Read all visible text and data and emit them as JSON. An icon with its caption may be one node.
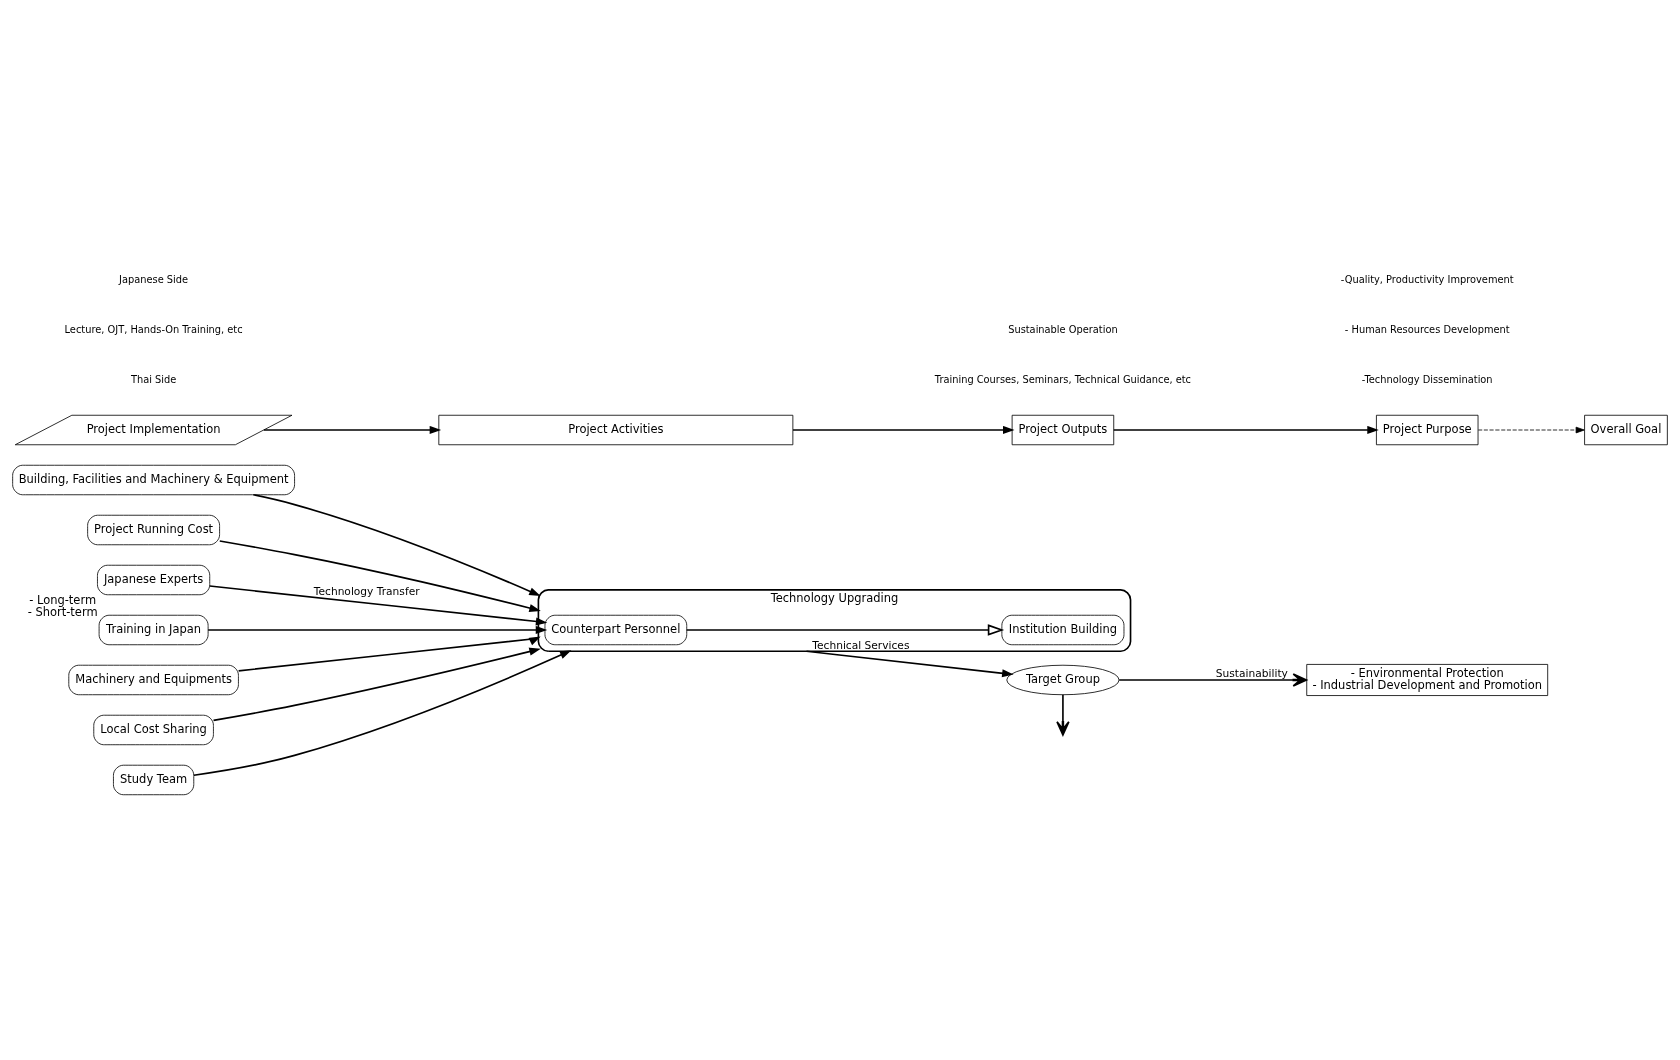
{
  "diagram": {
    "nodes": [
      {
        "text": [
          "Building, Facilities and Machinery & Equipment"
        ]
      },
      {
        "text": [
          "Project Running Cost"
        ]
      },
      {
        "text": [
          "Japanese Experts"
        ],
        "beside": [
          "- Long-term",
          "- Short-term"
        ]
      },
      {
        "text": [
          "Technology Upgrading"
        ]
      },
      {
        "text": [
          "Counterpart Personnel"
        ],
        "in": 3
      },
      {
        "text": [
          "Institution Building"
        ],
        "in": 3
      },
      {
        "text": [
          "Target Group"
        ]
      },
      {
        "text": [
          "- Environmental Protection",
          "- Industrial Development and Promotion"
        ]
      },
      {
        "text": [
          "Training in Japan"
        ]
      },
      {
        "text": [
          "Machinery and Equipments"
        ]
      },
      {
        "text": [
          "Local Cost Sharing"
        ]
      },
      {
        "text": [
          "Study Team"
        ]
      },
      {
        "text": [
          "Project Activities"
        ]
      },
      {
        "text": [
          "Project Implementation"
        ]
      },
      {
        "text": [
          "Project Outputs"
        ]
      },
      {
        "text": [
          "Project Purpose"
        ]
      },
      {
        "text": [
          "Overall Goal"
        ]
      }
    ],
    "edges": [
      {
        "from": 0,
        "to": 3,
        "arrow": "to"
      },
      {
        "from": 1,
        "to": 3,
        "arrow": "to"
      },
      {
        "from": 2,
        "to": 4,
        "arrow": "to",
        "label": "Technology Transfer"
      },
      {
        "from": 4,
        "to": 5,
        "arrow": "to"
      },
      {
        "from": 3,
        "to": 6,
        "arrow": "to",
        "label": "Technical Services"
      },
      {
        "from": 6,
        "to": 7,
        "arrow": "to",
        "label": "Sustainability"
      },
      {
        "from": 6,
        "to": null,
        "arrow": "to"
      },
      {
        "from": 8,
        "to": 4,
        "arrow": "to"
      },
      {
        "from": 10,
        "to": 3,
        "arrow": "to"
      },
      {
        "from": 9,
        "to": 3,
        "arrow": "to"
      },
      {
        "from": 11,
        "to": 3,
        "arrow": "to"
      },
      {
        "from": 13,
        "to": 12,
        "arrow": "to"
      },
      {
        "from": 12,
        "to": 14,
        "arrow": "to"
      },
      {
        "from": 14,
        "to": 15,
        "arrow": "to"
      },
      {
        "from": 15,
        "to": 16,
        "arrow": "to",
        "style": "dashed"
      }
    ],
    "labels": [
      "Thai Side",
      "Lecture, OJT, Hands-On Training, etc",
      "Training Courses, Seminars, Technical Guidance, etc",
      "Sustainable Operation",
      "Japanese Side",
      "-Technology Dissemination",
      "- Human Resources Development",
      "-Quality, Productivity Improvement"
    ]
  }
}
